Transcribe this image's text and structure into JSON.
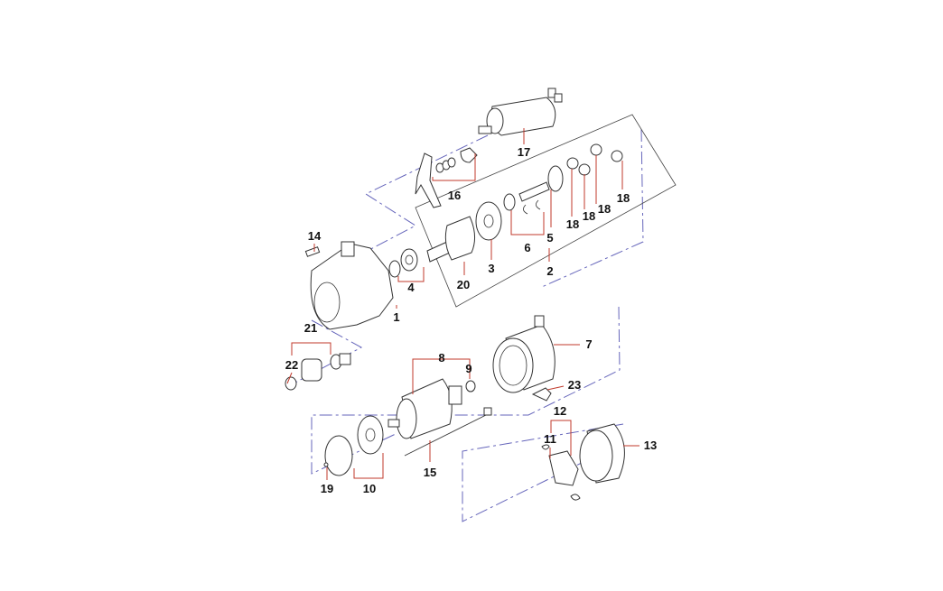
{
  "diagram": {
    "title": "Starter motor exploded view",
    "labels": {
      "p1": "1",
      "p2": "2",
      "p3": "3",
      "p4": "4",
      "p5": "5",
      "p6": "6",
      "p7": "7",
      "p8": "8",
      "p9": "9",
      "p10": "10",
      "p11": "11",
      "p12": "12",
      "p13": "13",
      "p14": "14",
      "p15": "15",
      "p16": "16",
      "p17": "17",
      "p18a": "18",
      "p18b": "18",
      "p18c": "18",
      "p18d": "18",
      "p19": "19",
      "p20": "20",
      "p21": "21",
      "p22": "22",
      "p23": "23"
    },
    "colors": {
      "leader": "#c0392b",
      "centerline": "#6666bb",
      "outline": "#333333"
    }
  }
}
